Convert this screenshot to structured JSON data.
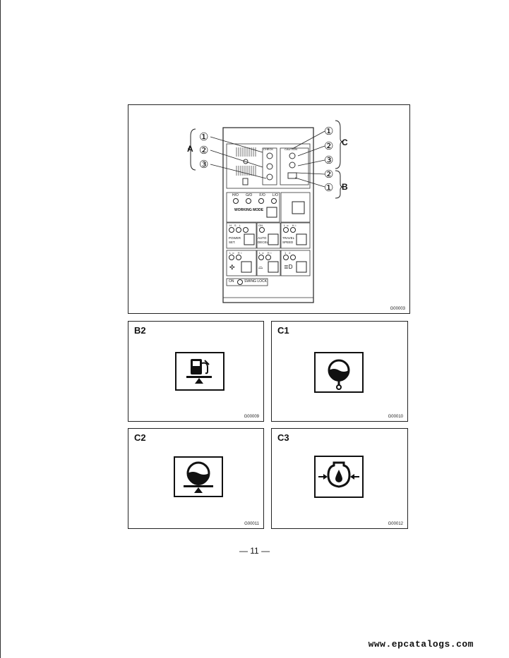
{
  "top_figure": {
    "code": "G00003",
    "group_labels": {
      "a": "A",
      "b": "B",
      "c": "C"
    },
    "callouts": {
      "left": [
        "①",
        "②",
        "③"
      ],
      "right_c": [
        "①",
        "②",
        "③"
      ],
      "right_b": [
        "②",
        "①"
      ]
    },
    "panel": {
      "mode_labels": [
        "H/O",
        "G/O",
        "F/O",
        "L/O"
      ],
      "working_mode": "WORKING MODE",
      "power_set_leds": [
        "H",
        "S",
        "L"
      ],
      "power_set_label": [
        "POWER",
        "SET."
      ],
      "auto_decel_led": "ON",
      "auto_decel_label": [
        "AUTO",
        "DECEL"
      ],
      "travel_speed_leds": [
        "Lo",
        "Hi"
      ],
      "travel_speed_label": [
        "TRAVEL",
        "SPEED"
      ],
      "fan_leds": [
        "Lo",
        "Hi"
      ],
      "wiper_leds": [
        "Lo",
        "Hi"
      ],
      "light_leds": [
        "1",
        "2"
      ],
      "swing_on": "ON",
      "swing_lock": "SWING LOCK",
      "check": "CHECK",
      "caution": "CAUTION"
    }
  },
  "symbol_figures": [
    {
      "title": "B2",
      "code": "G00009",
      "symbol": "fuel-level-icon"
    },
    {
      "title": "C1",
      "code": "G00010",
      "symbol": "coolant-temperature-icon"
    },
    {
      "title": "C2",
      "code": "G00011",
      "symbol": "coolant-level-icon"
    },
    {
      "title": "C3",
      "code": "G00012",
      "symbol": "oil-pressure-icon"
    }
  ],
  "page_number": "— 11 —",
  "website": "www.epcatalogs.com"
}
